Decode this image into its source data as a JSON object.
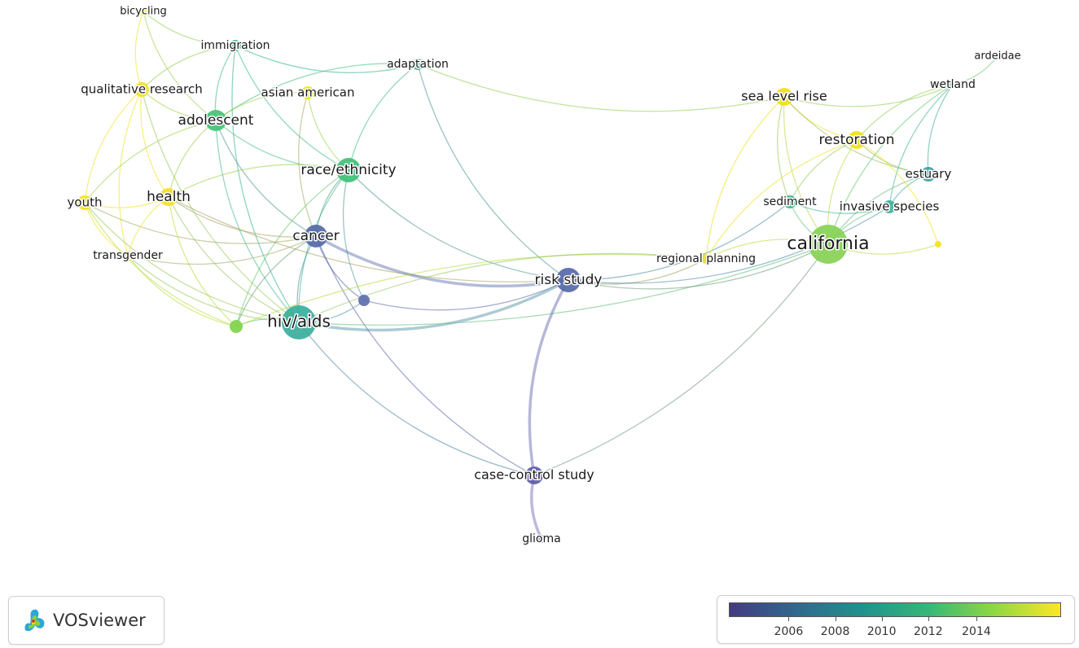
{
  "nodes": [
    {
      "id": "bicycling",
      "label": "bicycling",
      "color": "#f1e71d"
    },
    {
      "id": "immigration",
      "label": "immigration",
      "color": "#2bb585"
    },
    {
      "id": "adaptation",
      "label": "adaptation",
      "color": "#2fbb80"
    },
    {
      "id": "qualitative_research",
      "label": "qualitative research",
      "color": "#f2e11a"
    },
    {
      "id": "asian_american",
      "label": "asian american",
      "color": "#f2e11a"
    },
    {
      "id": "adolescent",
      "label": "adolescent",
      "color": "#43c275"
    },
    {
      "id": "race_ethnicity",
      "label": "race/ethnicity",
      "color": "#3ec177"
    },
    {
      "id": "youth",
      "label": "youth",
      "color": "#f4e31a"
    },
    {
      "id": "health",
      "label": "health",
      "color": "#f4df1c"
    },
    {
      "id": "cancer",
      "label": "cancer",
      "color": "#5369a8"
    },
    {
      "id": "transgender",
      "label": "transgender",
      "color": "#ece51c"
    },
    {
      "id": "small_blue",
      "label": "",
      "color": "#5e6fb0"
    },
    {
      "id": "small_green",
      "label": "",
      "color": "#7ed44b"
    },
    {
      "id": "hiv_aids",
      "label": "hiv/aids",
      "color": "#3aae9b"
    },
    {
      "id": "risk_study",
      "label": "risk study",
      "color": "#5768a8"
    },
    {
      "id": "case_control_study",
      "label": "case-control study",
      "color": "#5d5ba7"
    },
    {
      "id": "glioma",
      "label": "glioma",
      "color": "#7b6cb5"
    },
    {
      "id": "sea_level_rise",
      "label": "sea level rise",
      "color": "#f0df1a"
    },
    {
      "id": "ardeidae",
      "label": "ardeidae",
      "color": "#8ad63a"
    },
    {
      "id": "wetland",
      "label": "wetland",
      "color": "#38b98a"
    },
    {
      "id": "restoration",
      "label": "restoration",
      "color": "#f0df1a"
    },
    {
      "id": "estuary",
      "label": "estuary",
      "color": "#3fa0a6"
    },
    {
      "id": "sediment",
      "label": "sediment",
      "color": "#36b38c"
    },
    {
      "id": "invasive_species",
      "label": "invasive species",
      "color": "#3fb1a0"
    },
    {
      "id": "small_yellow",
      "label": "",
      "color": "#f3e31a"
    },
    {
      "id": "california",
      "label": "california",
      "color": "#87d155"
    },
    {
      "id": "regional_planning",
      "label": "regional planning",
      "color": "#e8e21d"
    }
  ],
  "edges": [
    [
      "bicycling",
      "qualitative_research"
    ],
    [
      "bicycling",
      "immigration"
    ],
    [
      "bicycling",
      "adolescent"
    ],
    [
      "immigration",
      "adaptation"
    ],
    [
      "immigration",
      "adolescent"
    ],
    [
      "immigration",
      "race_ethnicity"
    ],
    [
      "immigration",
      "qualitative_research"
    ],
    [
      "immigration",
      "hiv_aids"
    ],
    [
      "adaptation",
      "race_ethnicity"
    ],
    [
      "adaptation",
      "sea_level_rise"
    ],
    [
      "adaptation",
      "risk_study"
    ],
    [
      "adaptation",
      "adolescent"
    ],
    [
      "qualitative_research",
      "youth"
    ],
    [
      "qualitative_research",
      "health"
    ],
    [
      "qualitative_research",
      "adolescent"
    ],
    [
      "qualitative_research",
      "transgender"
    ],
    [
      "qualitative_research",
      "hiv_aids"
    ],
    [
      "asian_american",
      "race_ethnicity"
    ],
    [
      "asian_american",
      "cancer"
    ],
    [
      "asian_american",
      "adolescent"
    ],
    [
      "adolescent",
      "youth"
    ],
    [
      "adolescent",
      "health"
    ],
    [
      "adolescent",
      "race_ethnicity"
    ],
    [
      "adolescent",
      "hiv_aids"
    ],
    [
      "adolescent",
      "cancer"
    ],
    [
      "race_ethnicity",
      "health"
    ],
    [
      "race_ethnicity",
      "cancer"
    ],
    [
      "race_ethnicity",
      "hiv_aids"
    ],
    [
      "race_ethnicity",
      "risk_study"
    ],
    [
      "race_ethnicity",
      "small_green"
    ],
    [
      "race_ethnicity",
      "small_blue"
    ],
    [
      "youth",
      "health"
    ],
    [
      "youth",
      "transgender"
    ],
    [
      "youth",
      "hiv_aids"
    ],
    [
      "youth",
      "small_green"
    ],
    [
      "youth",
      "cancer"
    ],
    [
      "health",
      "transgender"
    ],
    [
      "health",
      "hiv_aids"
    ],
    [
      "health",
      "small_green"
    ],
    [
      "health",
      "cancer"
    ],
    [
      "health",
      "risk_study"
    ],
    [
      "transgender",
      "hiv_aids"
    ],
    [
      "transgender",
      "small_green"
    ],
    [
      "transgender",
      "cancer"
    ],
    [
      "cancer",
      "hiv_aids"
    ],
    [
      "cancer",
      "risk_study"
    ],
    [
      "cancer",
      "small_blue"
    ],
    [
      "cancer",
      "case_control_study"
    ],
    [
      "cancer",
      "small_green"
    ],
    [
      "hiv_aids",
      "small_green"
    ],
    [
      "hiv_aids",
      "risk_study"
    ],
    [
      "hiv_aids",
      "case_control_study"
    ],
    [
      "hiv_aids",
      "california"
    ],
    [
      "hiv_aids",
      "small_blue"
    ],
    [
      "small_blue",
      "risk_study"
    ],
    [
      "risk_study",
      "case_control_study"
    ],
    [
      "risk_study",
      "california"
    ],
    [
      "risk_study",
      "sediment"
    ],
    [
      "risk_study",
      "regional_planning"
    ],
    [
      "risk_study",
      "invasive_species"
    ],
    [
      "case_control_study",
      "glioma"
    ],
    [
      "case_control_study",
      "california"
    ],
    [
      "sea_level_rise",
      "restoration"
    ],
    [
      "sea_level_rise",
      "wetland"
    ],
    [
      "sea_level_rise",
      "california"
    ],
    [
      "sea_level_rise",
      "sediment"
    ],
    [
      "sea_level_rise",
      "regional_planning"
    ],
    [
      "sea_level_rise",
      "estuary"
    ],
    [
      "wetland",
      "ardeidae"
    ],
    [
      "wetland",
      "restoration"
    ],
    [
      "wetland",
      "estuary"
    ],
    [
      "wetland",
      "california"
    ],
    [
      "wetland",
      "invasive_species"
    ],
    [
      "restoration",
      "estuary"
    ],
    [
      "restoration",
      "california"
    ],
    [
      "restoration",
      "sediment"
    ],
    [
      "restoration",
      "regional_planning"
    ],
    [
      "estuary",
      "invasive_species"
    ],
    [
      "estuary",
      "california"
    ],
    [
      "sediment",
      "california"
    ],
    [
      "sediment",
      "invasive_species"
    ],
    [
      "invasive_species",
      "california"
    ],
    [
      "california",
      "small_yellow"
    ],
    [
      "california",
      "regional_planning"
    ],
    [
      "small_yellow",
      "restoration"
    ],
    [
      "regional_planning",
      "small_green"
    ],
    [
      "regional_planning",
      "hiv_aids"
    ]
  ],
  "legend": {
    "ticks": [
      "2006",
      "2008",
      "2010",
      "2012",
      "2014"
    ],
    "gradient": [
      "#443a83",
      "#31688e",
      "#21918c",
      "#35b779",
      "#90d743",
      "#fde725"
    ]
  },
  "logo": {
    "text": "VOSviewer"
  }
}
